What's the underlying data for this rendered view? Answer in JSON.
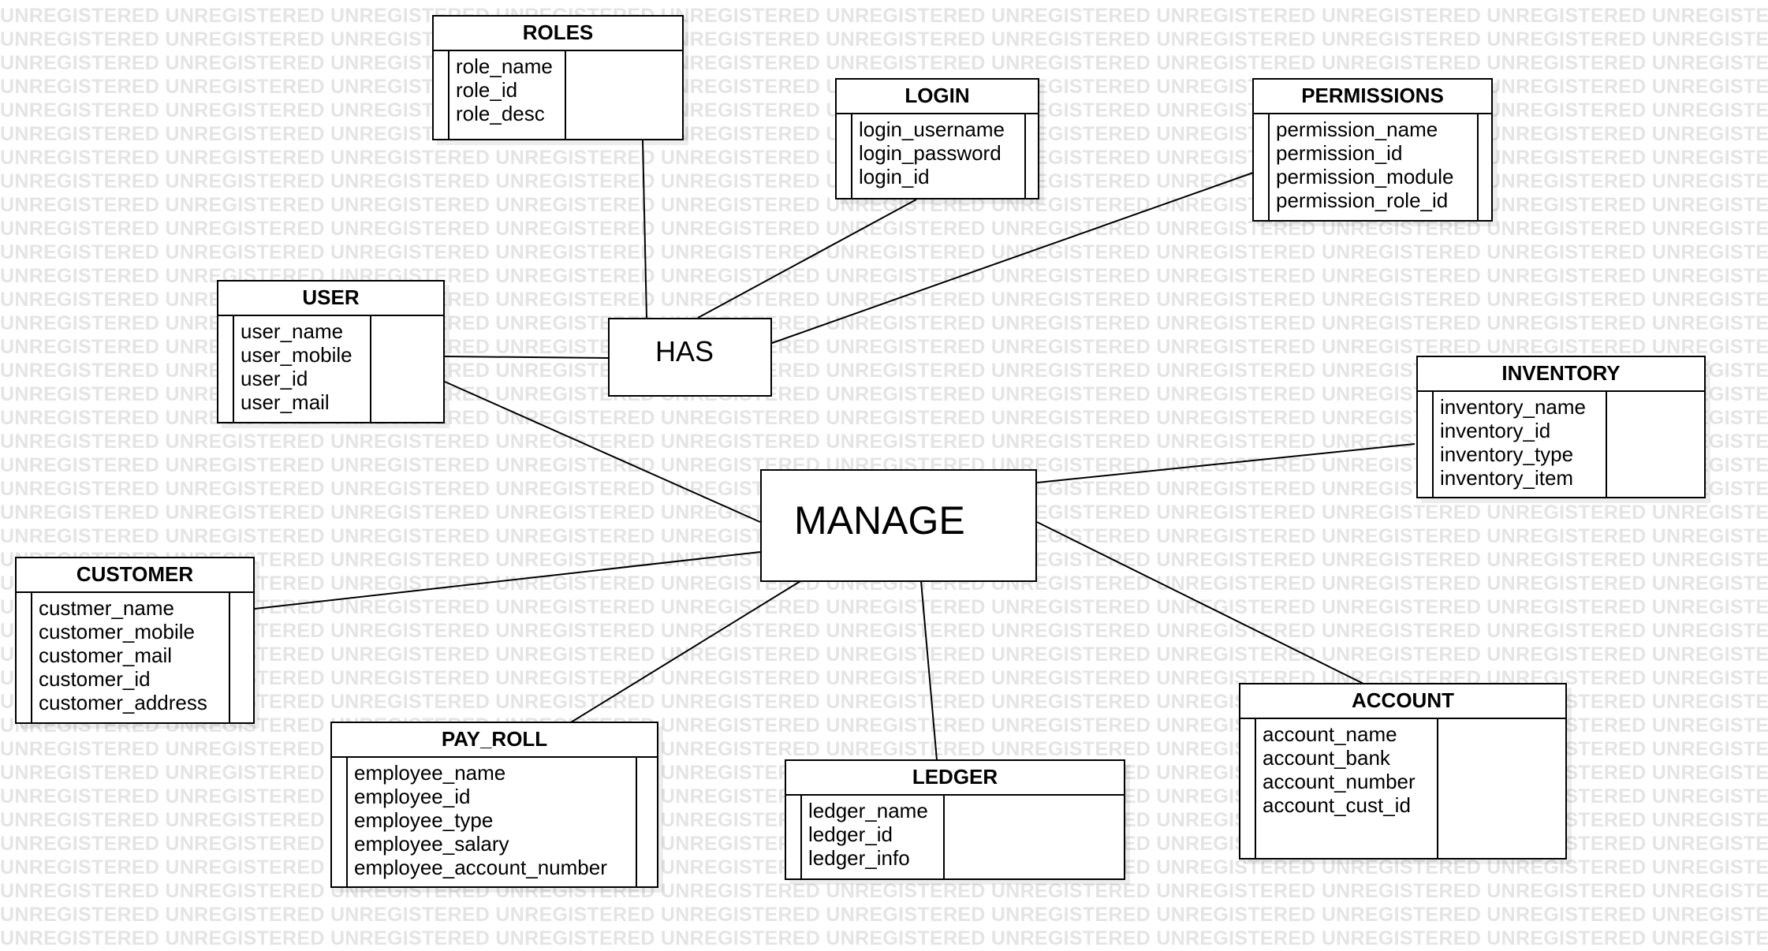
{
  "watermark_text": "UNREGISTERED",
  "entities": {
    "roles": {
      "title": "ROLES",
      "attributes": [
        "role_name",
        "role_id",
        "role_desc"
      ]
    },
    "login": {
      "title": "LOGIN",
      "attributes": [
        "login_username",
        "login_password",
        "login_id"
      ]
    },
    "permissions": {
      "title": "PERMISSIONS",
      "attributes": [
        "permission_name",
        "permission_id",
        "permission_module",
        "permission_role_id"
      ]
    },
    "user": {
      "title": "USER",
      "attributes": [
        "user_name",
        "user_mobile",
        "user_id",
        "user_mail"
      ]
    },
    "inventory": {
      "title": "INVENTORY",
      "attributes": [
        "inventory_name",
        "inventory_id",
        "inventory_type",
        "inventory_item"
      ]
    },
    "customer": {
      "title": "CUSTOMER",
      "attributes": [
        "custmer_name",
        "customer_mobile",
        "customer_mail",
        "customer_id",
        "customer_address"
      ]
    },
    "pay_roll": {
      "title": "PAY_ROLL",
      "attributes": [
        "employee_name",
        "employee_id",
        "employee_type",
        "employee_salary",
        "employee_account_number"
      ]
    },
    "ledger": {
      "title": "LEDGER",
      "attributes": [
        "ledger_name",
        "ledger_id",
        "ledger_info"
      ]
    },
    "account": {
      "title": "ACCOUNT",
      "attributes": [
        "account_name",
        "account_bank",
        "account_number",
        "account_cust_id"
      ]
    }
  },
  "relations": {
    "has": {
      "label": "HAS"
    },
    "manage": {
      "label": "MANAGE"
    }
  },
  "connections": [
    [
      "has",
      "roles"
    ],
    [
      "has",
      "login"
    ],
    [
      "has",
      "permissions"
    ],
    [
      "has",
      "user"
    ],
    [
      "manage",
      "user"
    ],
    [
      "manage",
      "customer"
    ],
    [
      "manage",
      "pay_roll"
    ],
    [
      "manage",
      "ledger"
    ],
    [
      "manage",
      "account"
    ],
    [
      "manage",
      "inventory"
    ]
  ]
}
